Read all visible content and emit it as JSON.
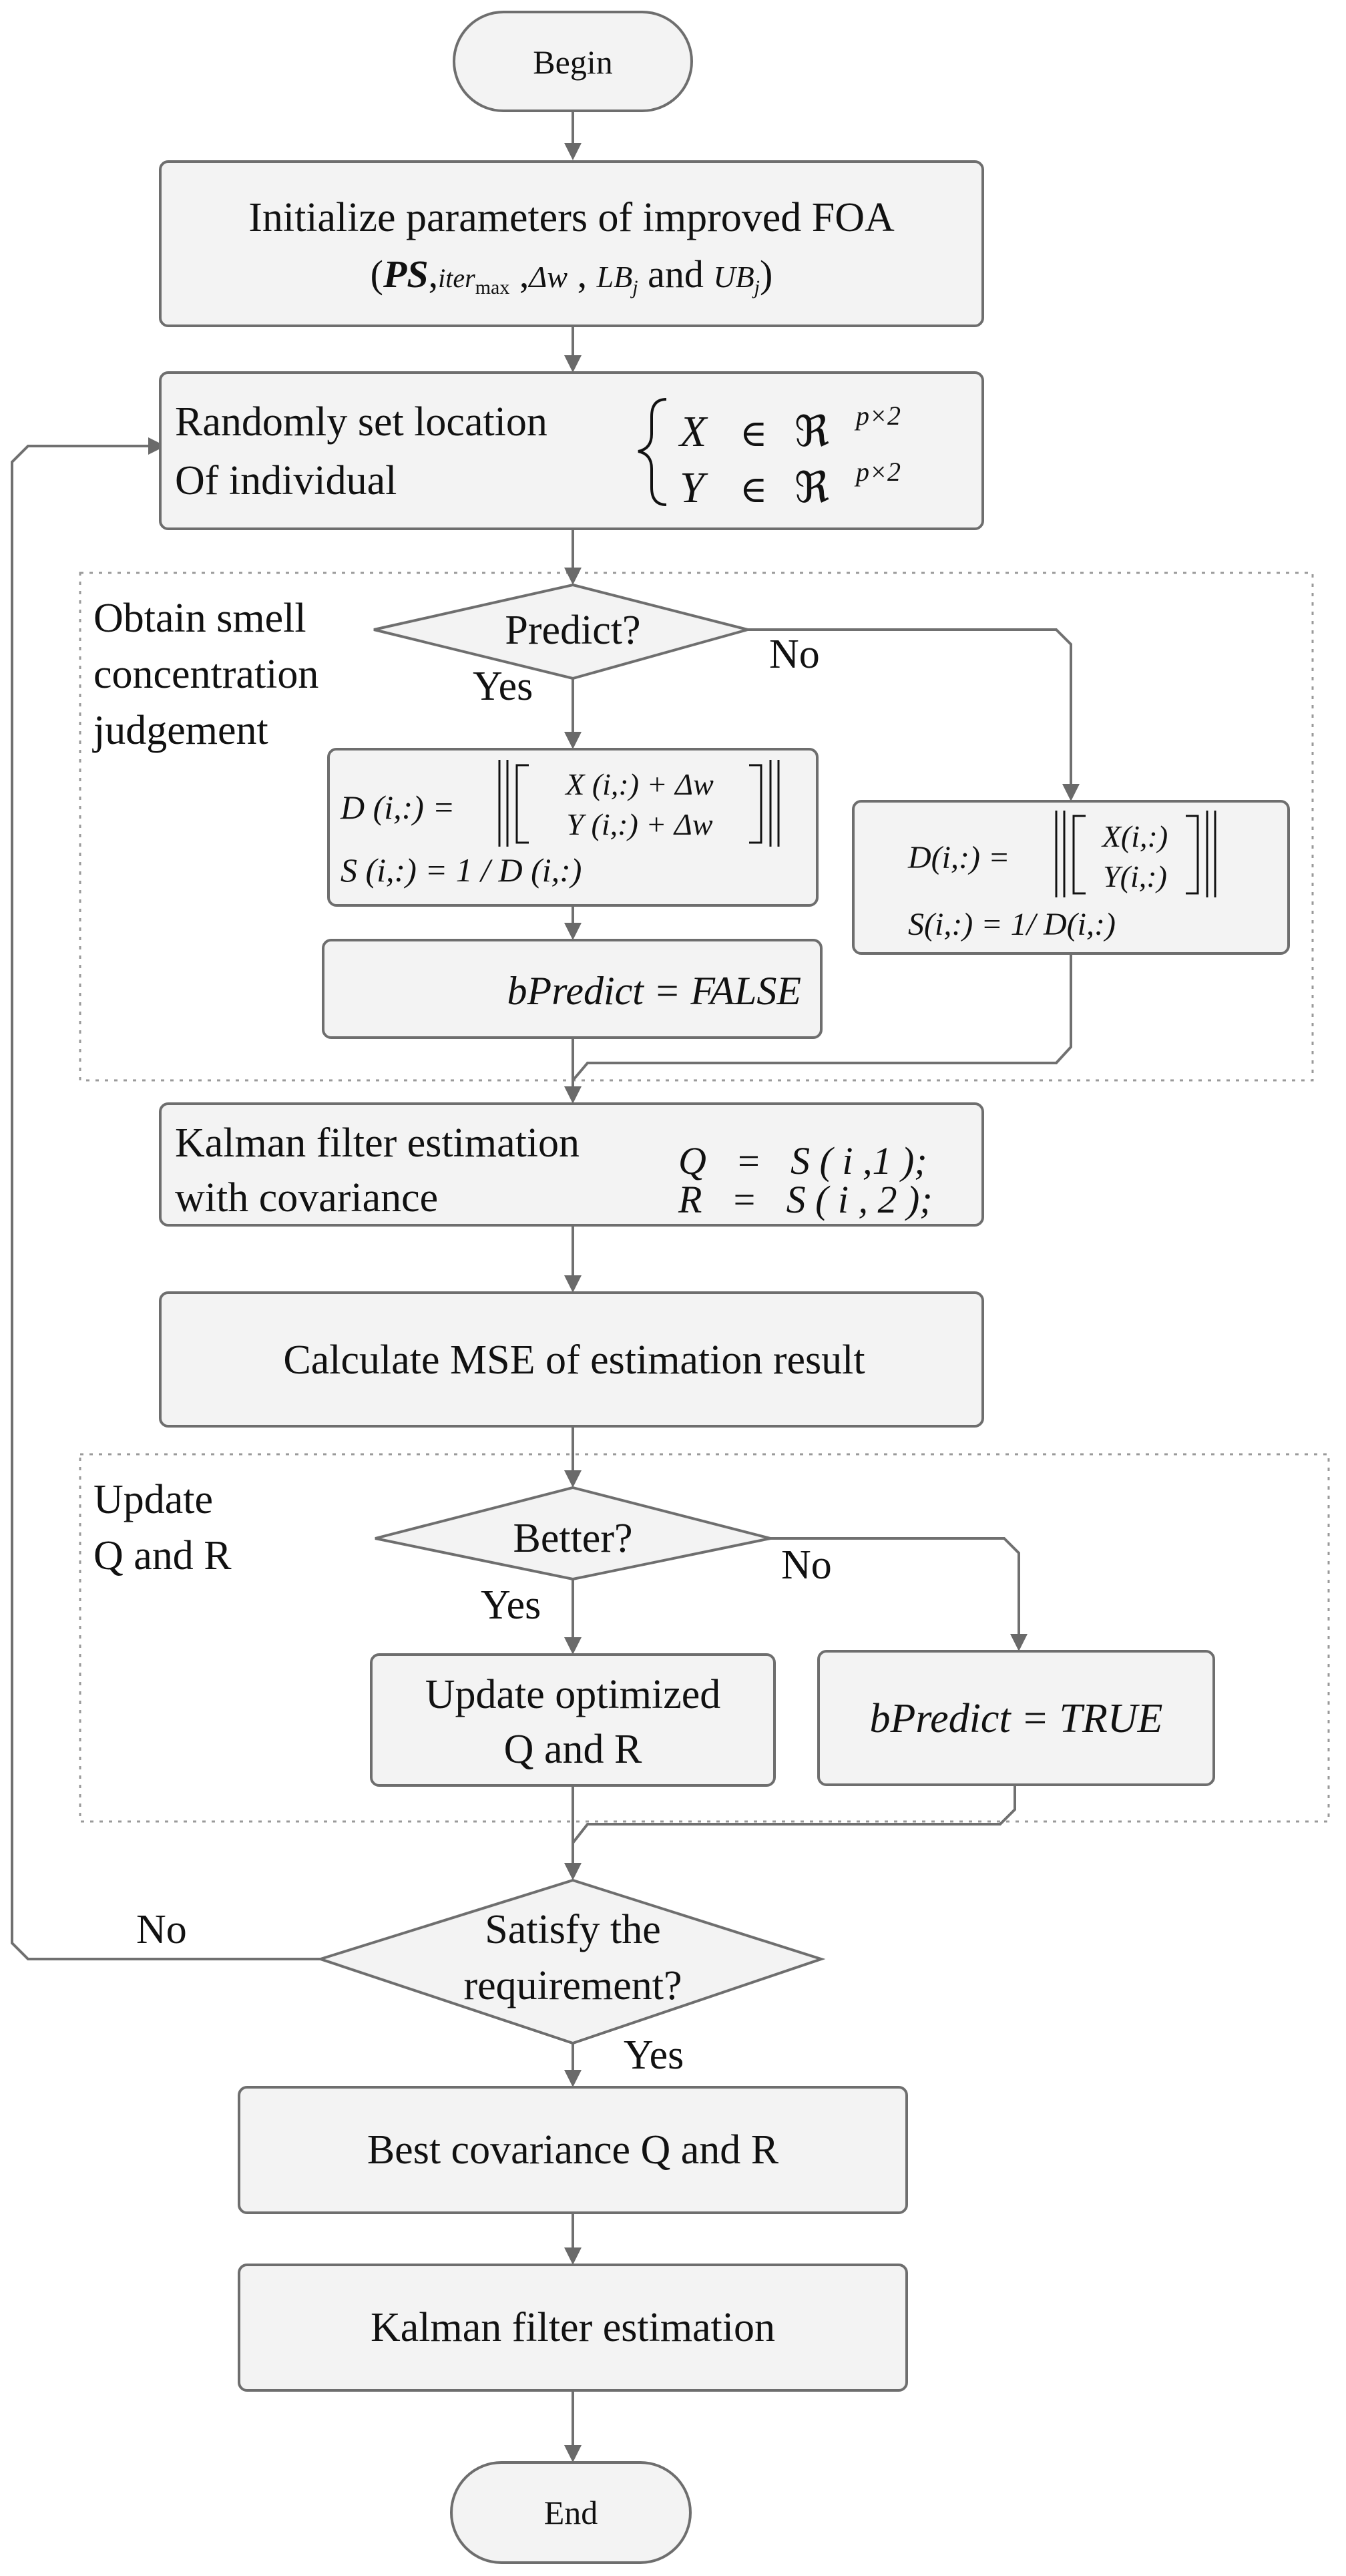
{
  "flow": {
    "begin": "Begin",
    "end": "End",
    "init": {
      "line1": "Initialize parameters of improved FOA",
      "ps": "PS",
      "iter": "iter",
      "iter_sub": "max",
      "dw": "Δw",
      "lb": "LB",
      "lb_sub": "j",
      "and": "and",
      "ub": "UB",
      "ub_sub": "j"
    },
    "random": {
      "line1": "Randomly set location",
      "line2": "Of  individual",
      "x_var": "X",
      "y_var": "Y",
      "member": "∈",
      "realset": "ℜ",
      "dim": "p×2"
    },
    "smell": {
      "label_line1": "Obtain smell",
      "label_line2": "concentration",
      "label_line3": "judgement",
      "decision": "Predict?",
      "yes": "Yes",
      "no": "No",
      "yes_formula": {
        "d_lhs": "D (i,:) =",
        "x_term": "X (i,:) + Δw",
        "y_term": "Y (i,:) + Δw",
        "s_line": "S (i,:) = 1 / D (i,:)"
      },
      "no_formula": {
        "d_lhs": "D(i,:) =",
        "x_term": "X(i,:)",
        "y_term": "Y(i,:)",
        "s_line": "S(i,:) = 1/ D(i,:)"
      },
      "bpredict_false": "bPredict = FALSE"
    },
    "kalman_cov": {
      "line1": "Kalman filter estimation",
      "line2": "with covariance",
      "q_eq": "Q   =   S ( i ,1 );",
      "r_eq": "R   =   S ( i , 2 );"
    },
    "mse": "Calculate MSE of estimation result",
    "update": {
      "label_line1": "Update",
      "label_line2": "Q and R",
      "decision": "Better?",
      "yes": "Yes",
      "no": "No",
      "opt_line1": "Update optimized",
      "opt_line2": "Q and R",
      "bpredict_true": "bPredict = TRUE"
    },
    "requirement": {
      "line1": "Satisfy the",
      "line2": "requirement?",
      "yes": "Yes",
      "no": "No"
    },
    "best": "Best covariance Q and R",
    "kalman_final": "Kalman filter estimation"
  }
}
